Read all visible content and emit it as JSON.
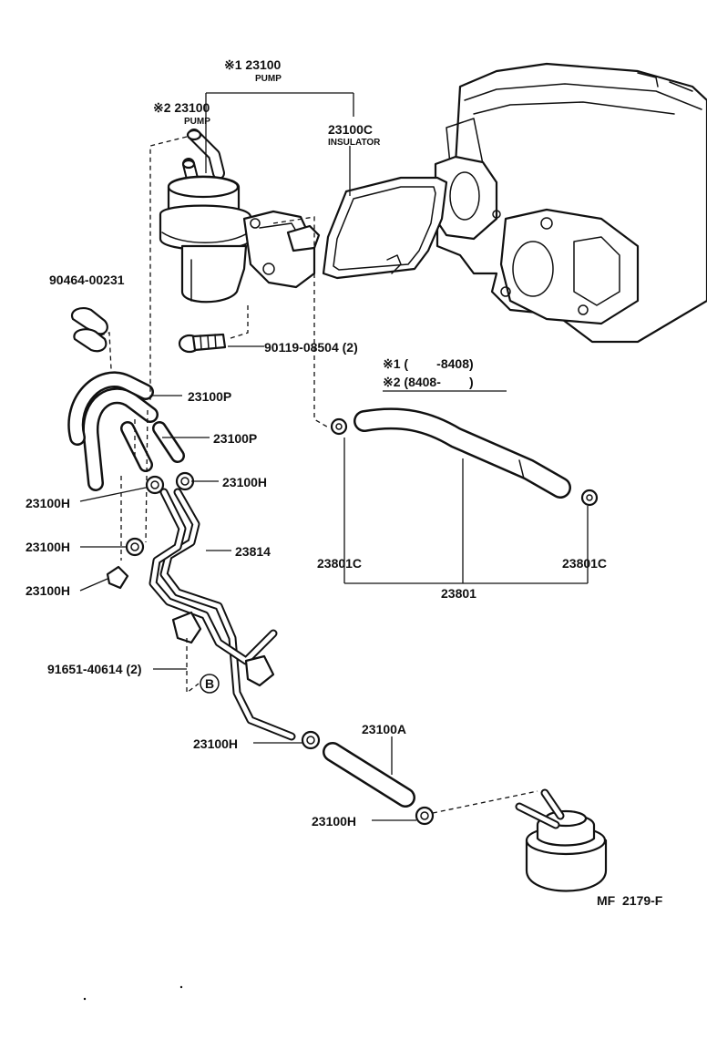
{
  "labels": {
    "pump1_code": "※1 23100",
    "pump1_name": "PUMP",
    "pump2_code": "※2 23100",
    "pump2_name": "PUMP",
    "insulator_code": "23100C",
    "insulator_name": "INSULATOR",
    "clip": "90464-00231",
    "bolt": "90119-08504 (2)",
    "note1": "※1 (        -8408)",
    "note2": "※2 (8408-        )",
    "hose_p1": "23100P",
    "hose_p2": "23100P",
    "clamp_h_right": "23100H",
    "clamp_h_left1": "23100H",
    "clamp_h_left2": "23100H",
    "clamp_h_left3": "23100H",
    "pipe": "23814",
    "clamp_c_left": "23801C",
    "clamp_c_right": "23801C",
    "hose_assy": "23801",
    "screw": "91651-40614 (2)",
    "ref_b": "B",
    "clamp_h_lower1": "23100H",
    "hose_a": "23100A",
    "clamp_h_lower2": "23100H",
    "figure_code": "MF  2179-F"
  }
}
